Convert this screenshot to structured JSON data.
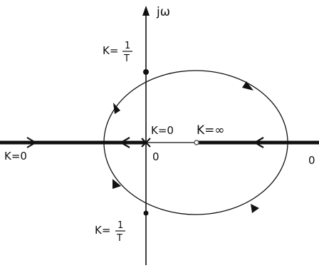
{
  "labels": {
    "axis_imag": "jω",
    "k_zero_left": "K=0",
    "k_zero_origin": "K=0",
    "k_inf": "K=∞",
    "origin_zero": "0",
    "right_zero": "0",
    "k_top_prefix": "K=",
    "k_top_num": "1",
    "k_top_den": "T",
    "k_bottom_prefix": "K=",
    "k_bottom_num": "1",
    "k_bottom_den": "T"
  },
  "colors": {
    "ink": "#111111",
    "pole": "#555555"
  }
}
